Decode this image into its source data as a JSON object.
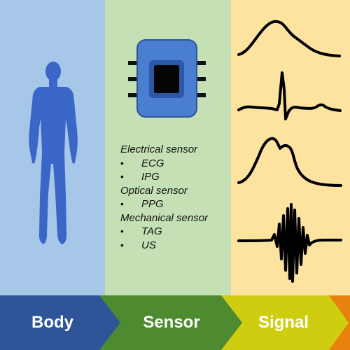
{
  "colors": {
    "body_panel": "#a7c7e9",
    "sensor_panel": "#c5e0b4",
    "signal_panel": "#fde3a0",
    "human_figure": "#3a67c7",
    "chip_body": "#4a7ed0",
    "chip_border": "#2f5597",
    "banner_body": "#2e5597",
    "banner_sensor": "#4e8a2f",
    "banner_signal": "#cfcd10",
    "banner_end": "#e8820f"
  },
  "icons": {
    "person": "human-body-silhouette",
    "sensor": "microchip-icon"
  },
  "sensor_list": {
    "electrical": {
      "heading": "Electrical sensor",
      "items": [
        "ECG",
        "IPG"
      ]
    },
    "optical": {
      "heading": "Optical sensor",
      "items": [
        "PPG"
      ]
    },
    "mechanical": {
      "heading": "Mechanical sensor",
      "items": [
        "TAG",
        "US"
      ]
    },
    "bullet": "•"
  },
  "banner": {
    "body_label": "Body",
    "sensor_label": "Sensor",
    "signal_label": "Signal"
  },
  "waveforms": [
    "ipg-waveform",
    "ecg-waveform",
    "ppg-waveform",
    "ultrasound-waveform"
  ]
}
